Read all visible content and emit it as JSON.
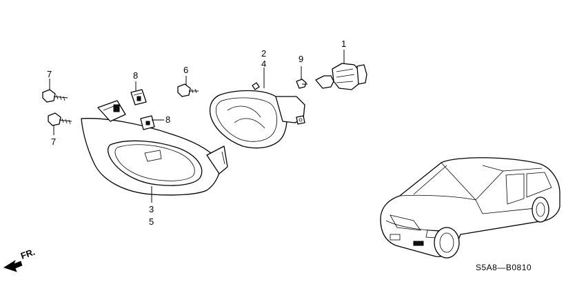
{
  "diagram": {
    "drawing_code": "S5A8—B0810",
    "front_indicator": "FR.",
    "callouts": [
      {
        "id": "c1",
        "label": "1"
      },
      {
        "id": "c2",
        "label": "2"
      },
      {
        "id": "c4",
        "label": "4"
      },
      {
        "id": "c9",
        "label": "9"
      },
      {
        "id": "c6",
        "label": "6"
      },
      {
        "id": "c8a",
        "label": "8"
      },
      {
        "id": "c8b",
        "label": "8"
      },
      {
        "id": "c7a",
        "label": "7"
      },
      {
        "id": "c7b",
        "label": "7"
      },
      {
        "id": "c3",
        "label": "3"
      },
      {
        "id": "c5",
        "label": "5"
      }
    ]
  }
}
